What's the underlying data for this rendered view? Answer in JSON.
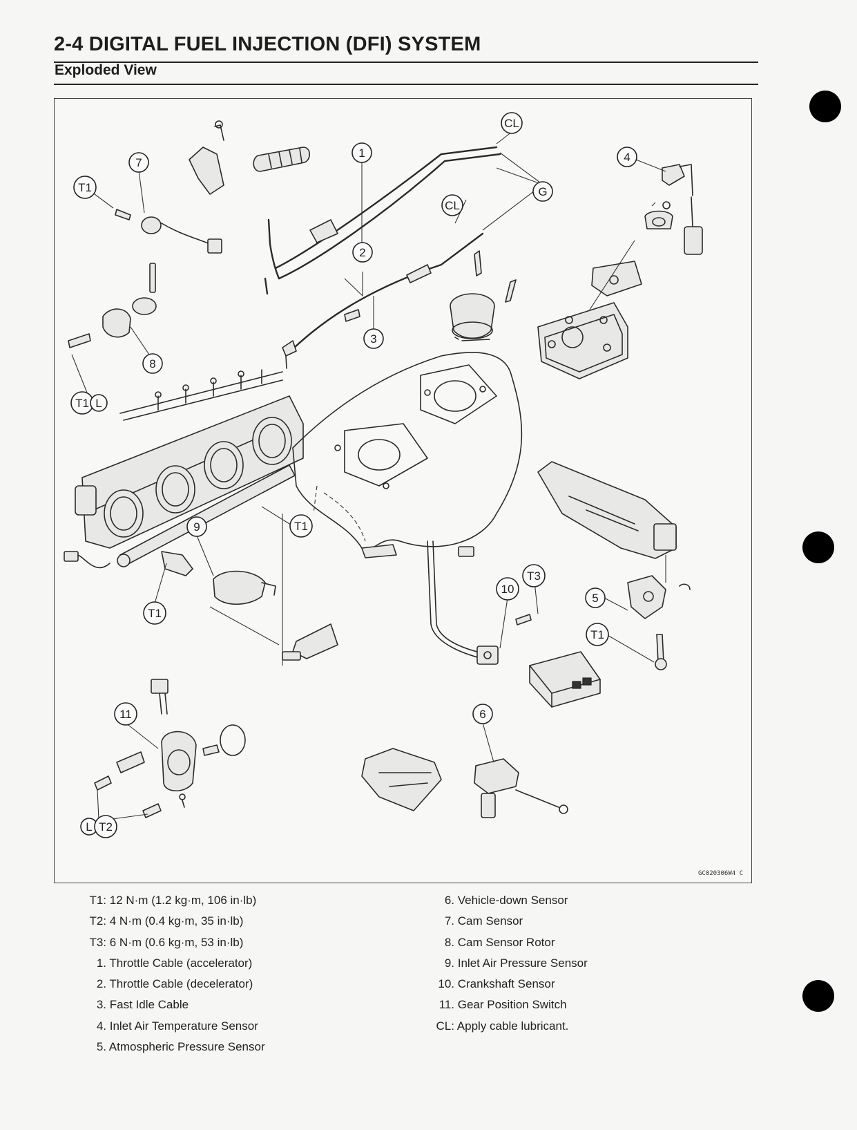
{
  "header": {
    "section_title": "2-4 DIGITAL FUEL INJECTION (DFI) SYSTEM",
    "subtitle": "Exploded View"
  },
  "figure": {
    "code": "GC020306W4 C",
    "callouts": {
      "c1": "1",
      "c2": "2",
      "c3": "3",
      "c4": "4",
      "c5": "5",
      "c6": "6",
      "c7": "7",
      "c8": "8",
      "c9": "9",
      "c10": "10",
      "c11": "11",
      "cl_top": "CL",
      "cl_mid": "CL",
      "g": "G",
      "t1_a": "T1",
      "t1_b": "T1",
      "l_b": "L",
      "t1_c": "T1",
      "t1_d": "T1",
      "t1_e": "T1",
      "t3": "T3",
      "l_f": "L",
      "t2": "T2"
    }
  },
  "legend": {
    "left": [
      {
        "key": "T1:",
        "text": "12 N·m (1.2 kg·m, 106 in·lb)"
      },
      {
        "key": "T2:",
        "text": "4 N·m (0.4 kg·m, 35 in·lb)"
      },
      {
        "key": "T3:",
        "text": "6 N·m (0.6 kg·m, 53 in·lb)"
      },
      {
        "key": "1.",
        "text": "Throttle Cable (accelerator)"
      },
      {
        "key": "2.",
        "text": "Throttle Cable (decelerator)"
      },
      {
        "key": "3.",
        "text": "Fast Idle Cable"
      },
      {
        "key": "4.",
        "text": "Inlet Air Temperature Sensor"
      },
      {
        "key": "5.",
        "text": "Atmospheric Pressure Sensor"
      }
    ],
    "right": [
      {
        "key": "6.",
        "text": "Vehicle-down Sensor"
      },
      {
        "key": "7.",
        "text": "Cam Sensor"
      },
      {
        "key": "8.",
        "text": "Cam Sensor Rotor"
      },
      {
        "key": "9.",
        "text": "Inlet Air Pressure Sensor"
      },
      {
        "key": "10.",
        "text": "Crankshaft Sensor"
      },
      {
        "key": "11.",
        "text": "Gear Position Switch"
      },
      {
        "key": "CL:",
        "text": "Apply cable lubricant."
      }
    ]
  }
}
